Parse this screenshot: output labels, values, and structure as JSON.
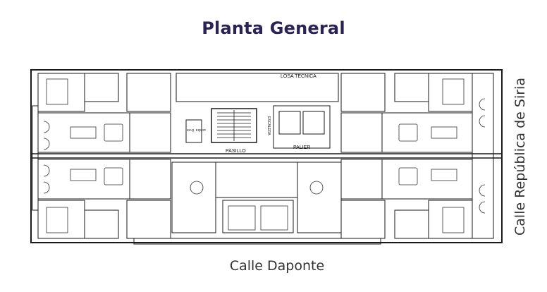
{
  "title": "Planta General",
  "streets": {
    "bottom": "Calle Daponte",
    "right": "Calle República de Siria"
  },
  "labels": {
    "losa_tecnica": "LOSA TECNICA",
    "pasillo": "PASILLO",
    "palier": "PALIER",
    "escalera": "ESCALERA",
    "maquinas": "MAQ. EQUIP."
  },
  "colors": {
    "title": "#2b2453",
    "street_text": "#333333",
    "line": "#1a1a1a",
    "background": "#ffffff"
  }
}
